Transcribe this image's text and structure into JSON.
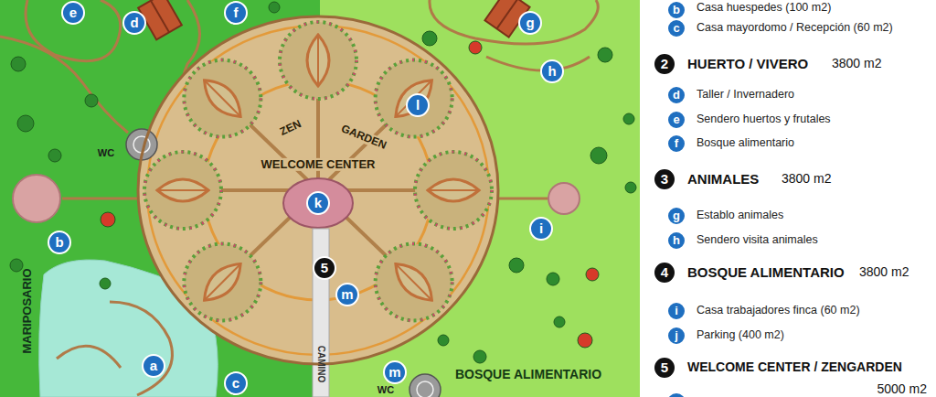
{
  "diagram": {
    "nodes": [
      {
        "text": [
          "ZEN",
          "GARDEN",
          "WELCOME CENTER"
        ]
      }
    ],
    "labels": [
      "e",
      "f",
      "d",
      "g",
      "h",
      "WC",
      "l",
      "b",
      "k",
      "i",
      "MARIPOSARIO",
      "5",
      "m",
      "WC",
      "a",
      "m",
      "c",
      "CAMINO",
      "BOSQUE ALIMENTARIO",
      "b",
      "Casa huespedes (100 m2)",
      "c",
      "Casa mayordomo / Recepción (60 m2)",
      "2",
      "HUERTO / VIVERO",
      "3800 m2",
      "d",
      "Taller / Invernadero",
      "e",
      "Sendero huertos y frutales",
      "f",
      "Bosque alimentario",
      "3",
      "ANIMALES",
      "3800 m2",
      "g",
      "Establo animales",
      "h",
      "Sendero visita animales",
      "4",
      "BOSQUE ALIMENTARIO",
      "3800 m2",
      "i",
      "Casa trabajadores finca (60 m2)",
      "j",
      "Parking (400 m2)",
      "5",
      "WELCOME CENTER / ZENGARDEN",
      "5000 m2"
    ]
  }
}
